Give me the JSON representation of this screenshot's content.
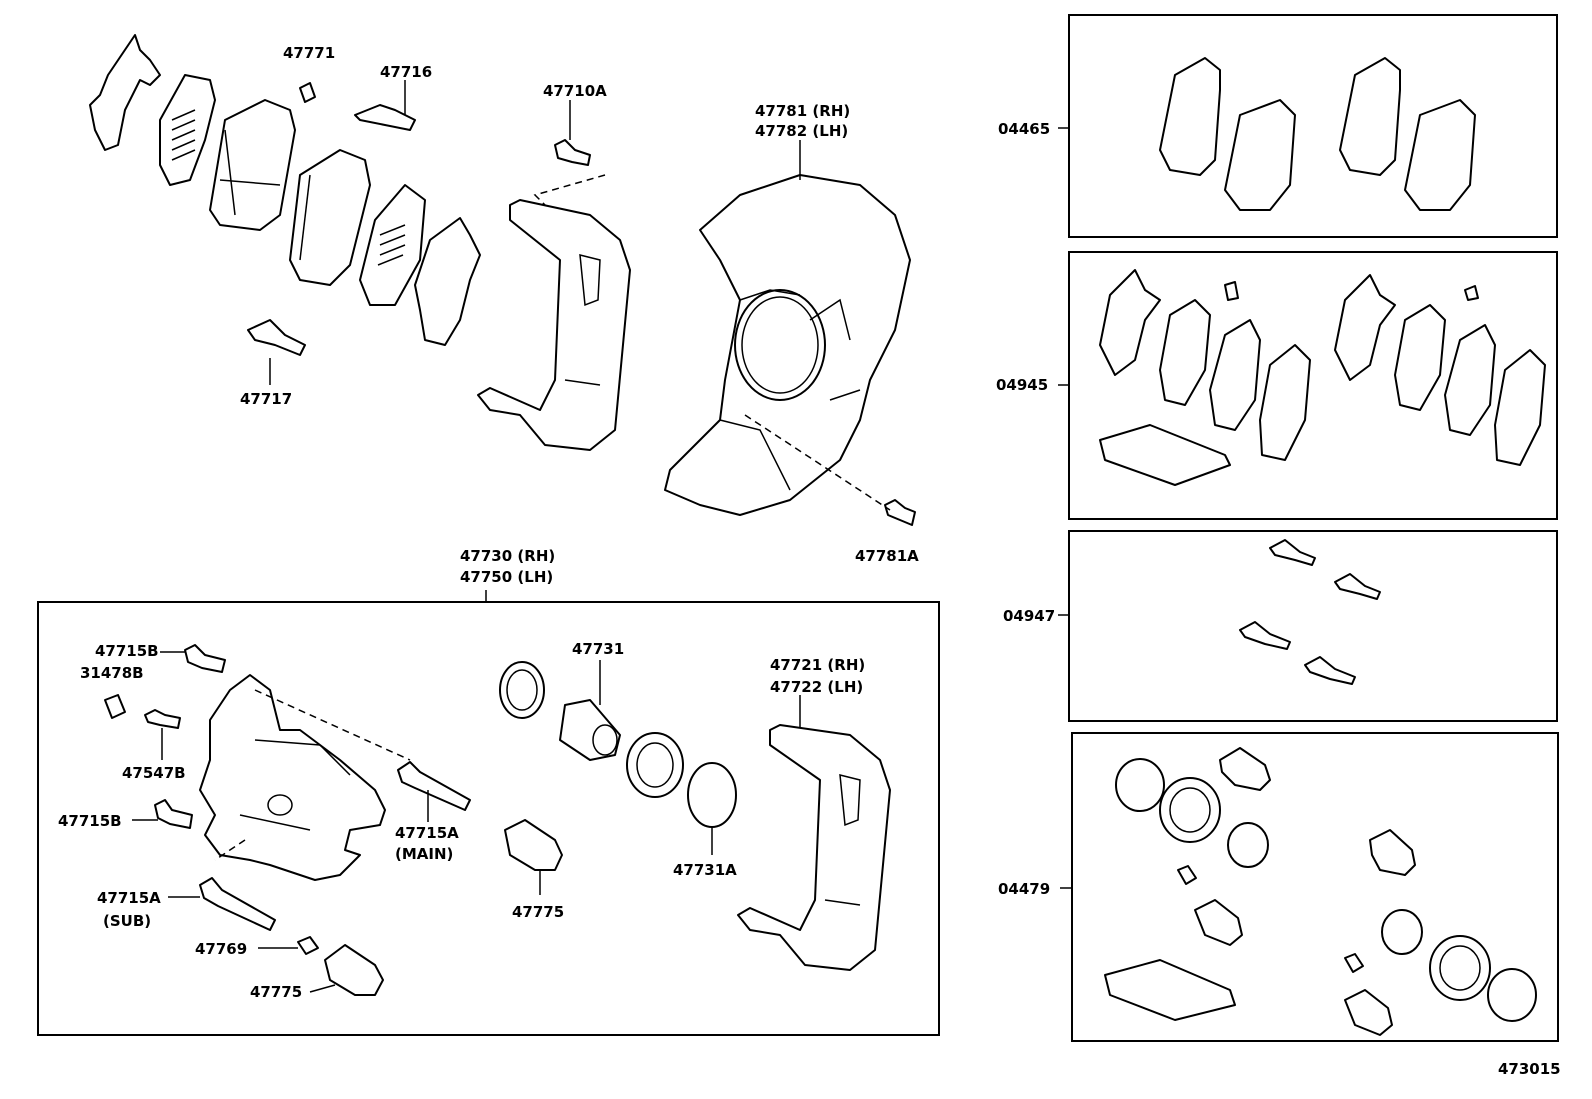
{
  "callouts": {
    "c47771": "47771",
    "c47716": "47716",
    "c47710A": "47710A",
    "c47781rh": "47781 (RH)",
    "c47782lh": "47782 (LH)",
    "c47717": "47717",
    "c47781A": "47781A",
    "c47730rh": "47730 (RH)",
    "c47750lh": "47750 (LH)",
    "c47715B_top": "47715B",
    "c31478B": "31478B",
    "c47547B": "47547B",
    "c47715B_mid": "47715B",
    "c47715A_main": "47715A",
    "main": "(MAIN)",
    "c47715A_sub": "47715A",
    "sub": "(SUB)",
    "c47769": "47769",
    "c47775_bottom": "47775",
    "c47731": "47731",
    "c47775_mid": "47775",
    "c47731A": "47731A",
    "c47721rh": "47721 (RH)",
    "c47722lh": "47722 (LH)"
  },
  "kits": {
    "k04465": "04465",
    "k04945": "04945",
    "k04947": "04947",
    "k04479": "04479"
  },
  "figure_id": "473015"
}
